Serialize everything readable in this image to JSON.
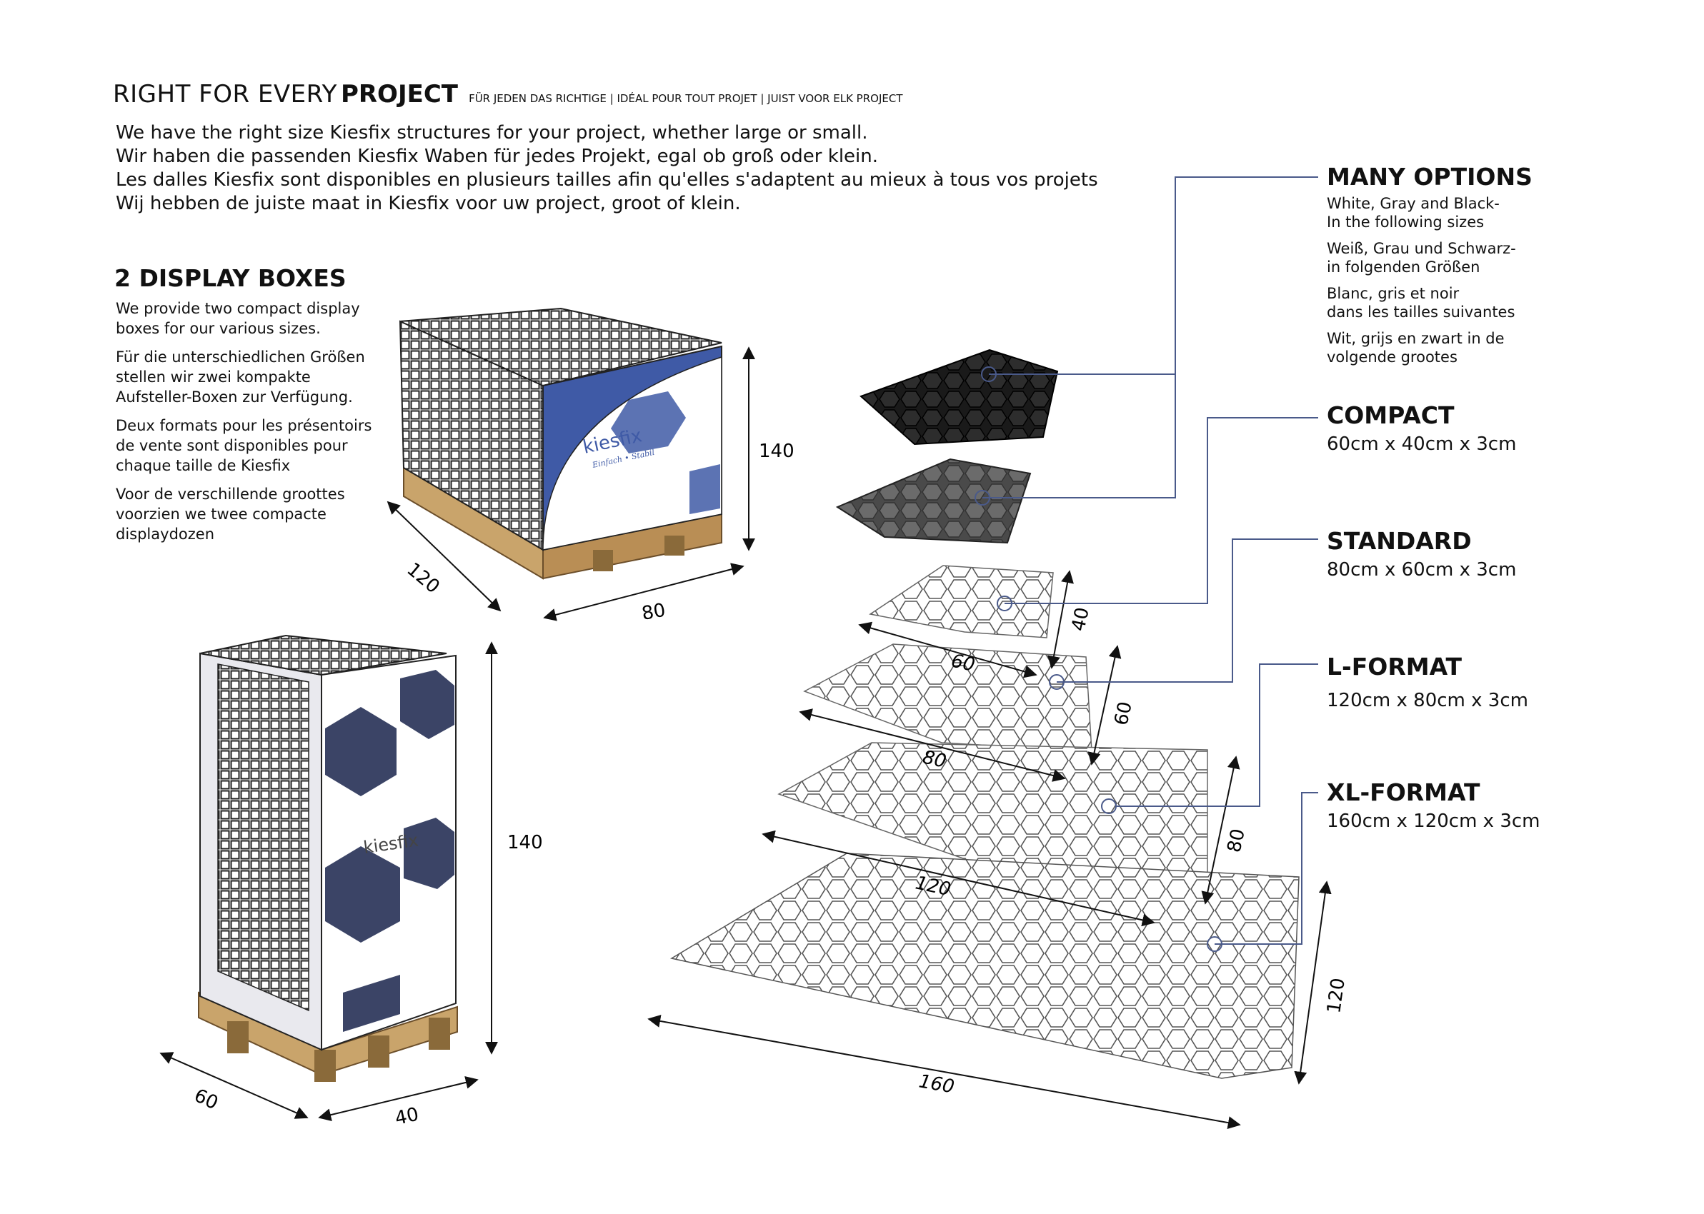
{
  "header": {
    "title_regular": "RIGHT FOR EVERY",
    "title_bold": "PROJECT",
    "subtitle": "FÜR JEDEN DAS RICHTIGE | IDÉAL POUR TOUT PROJET | JUIST VOOR ELK PROJECT"
  },
  "intro": [
    "We have the right size Kiesfix structures for your project, whether large or small.",
    "Wir haben die passenden Kiesfix Waben für jedes Projekt, egal ob groß oder klein.",
    "Les dalles Kiesfix sont disponibles en plusieurs tailles afin qu'elles s'adaptent au mieux à tous vos projets",
    "Wij hebben de juiste maat in Kiesfix voor uw project, groot of klein."
  ],
  "display_boxes": {
    "heading": "2 DISPLAY BOXES",
    "paragraphs": [
      "We provide two compact display\nboxes for our various sizes.",
      "Für die unterschiedlichen Größen\nstellen wir zwei kompakte\nAufsteller-Boxen zur Verfügung.",
      "Deux formats pour les présentoirs\nde vente sont disponibles pour\nchaque taille de Kiesfix",
      "Voor de verschillende groottes\nvoorzien we twee compacte\ndisplaydozen"
    ],
    "box_large": {
      "brand": "kiesfix",
      "tagline": "Einfach • Stabil",
      "height": "140",
      "depth": "120",
      "width": "80"
    },
    "box_small": {
      "brand": "kiesfix",
      "height": "140",
      "depth": "60",
      "width": "40"
    }
  },
  "options": {
    "many_heading": "MANY OPTIONS",
    "many_paragraphs": [
      "White, Gray and Black-\nIn the following sizes",
      "Weiß, Grau und Schwarz-\nin folgenden Größen",
      "Blanc, gris et noir\ndans les tailles suivantes",
      "Wit, grijs en zwart in de\nvolgende grootes"
    ],
    "compact": {
      "heading": "COMPACT",
      "size": "60cm x 40cm x 3cm"
    },
    "standard": {
      "heading": "STANDARD",
      "size": "80cm x 60cm x 3cm"
    },
    "l_format": {
      "heading": "L-FORMAT",
      "size": "120cm x 80cm x 3cm"
    },
    "xl_format": {
      "heading": "XL-FORMAT",
      "size": "160cm x 120cm x 3cm"
    }
  },
  "panel_dimensions": {
    "compact": [
      "60",
      "40"
    ],
    "standard": [
      "80",
      "60"
    ],
    "l_format": [
      "120",
      "80"
    ],
    "xl_format": [
      "160",
      "120"
    ]
  },
  "colors": {
    "accent_blue": "#3f5aa6",
    "navy": "#3b4466",
    "leader_line": "#4a5a8a",
    "panel_black": "#1c1c1c",
    "panel_gray": "#5a5a5a",
    "pallet_wood": "#c9a46b"
  }
}
